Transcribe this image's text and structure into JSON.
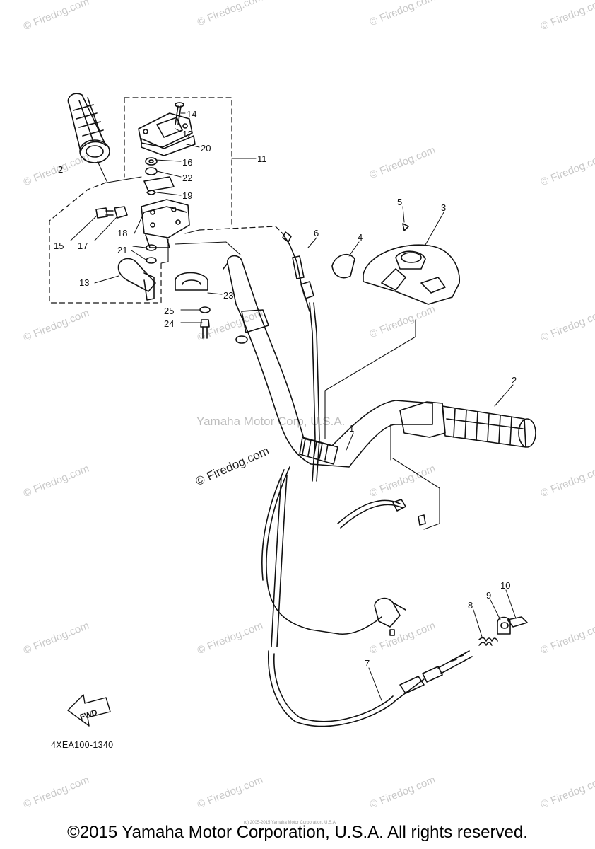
{
  "watermark": {
    "brand": "© Firedog.com",
    "center": "Yamaha Motor Corp, U.S.A.",
    "main": "© Firedog.com"
  },
  "labels": {
    "n1": "1",
    "n2a": "2",
    "n2b": "2",
    "n3": "3",
    "n4": "4",
    "n5": "5",
    "n6": "6",
    "n7": "7",
    "n8": "8",
    "n9": "9",
    "n10": "10",
    "n11": "11",
    "n12": "12",
    "n13": "13",
    "n14": "14",
    "n15": "15",
    "n16": "16",
    "n17": "17",
    "n18": "18",
    "n19": "19",
    "n20": "20",
    "n21": "21",
    "n22": "22",
    "n23": "23",
    "n24": "24",
    "n25": "25"
  },
  "fwd_label": "FWD",
  "diagram_code": "4XEA100-1340",
  "tiny_print": "(c) 2005-2015 Yamaha Motor Corporation, U.S.A.",
  "copyright": "©2015 Yamaha Motor Corporation, U.S.A. All rights reserved."
}
